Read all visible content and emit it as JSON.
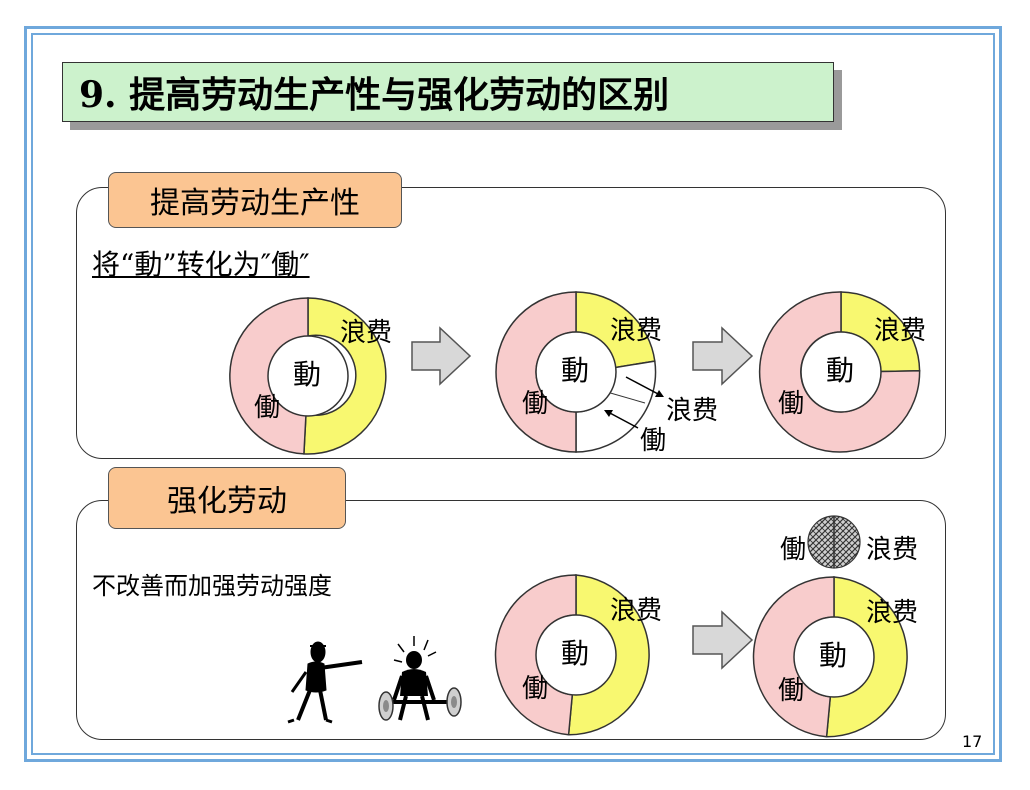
{
  "title": "9.  提高劳动生产性与强化劳动的区别",
  "section1": {
    "tag": "提高劳动生产性",
    "subtitle": "将“動”转化为″働″"
  },
  "section2": {
    "tag": "强化劳动",
    "description": "不改善而加强劳动强度"
  },
  "labels": {
    "center": "動",
    "waste": "浪费",
    "work": "働"
  },
  "page_number": "17",
  "colors": {
    "work": "#f8cccc",
    "waste": "#f8f870",
    "title_bg": "#ccf2cc",
    "tag_bg": "#fbc592",
    "frame": "#6fa8dc",
    "arrow": "#d8d8d8"
  },
  "icons": [
    "right-arrow-icon",
    "supervisor-pointing-icon",
    "weightlifter-icon",
    "crosshatched-ball-icon"
  ]
}
